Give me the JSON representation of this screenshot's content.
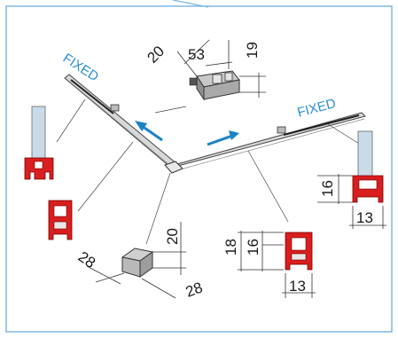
{
  "labels": {
    "fixed_left": "FIXED",
    "fixed_right": "FIXED"
  },
  "dimensions": {
    "clip_20": "20",
    "clip_53": "53",
    "clip_19": "19",
    "corner_20": "20",
    "corner_28_left": "28",
    "corner_28_right": "28",
    "right_profile_16": "16",
    "right_profile_13": "13",
    "bottom_profile_18": "18",
    "bottom_profile_16": "16",
    "bottom_profile_13": "13"
  },
  "colors": {
    "frame_border": "#7bb4e0",
    "arrow_blue": "#1b82c8",
    "profile_red": "#d81e1e",
    "glass": "#c9dbe8",
    "rail": "#d8d8d8"
  }
}
